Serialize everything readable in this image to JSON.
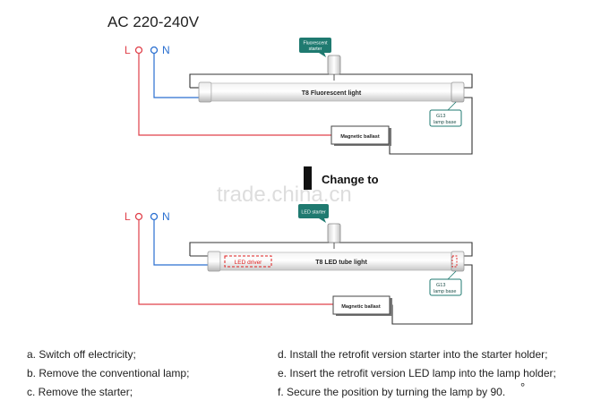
{
  "header": {
    "supply_label": "AC 220-240V"
  },
  "top_circuit": {
    "terminal_l": "L",
    "terminal_n": "N",
    "starter_label_line1": "Fluorescent",
    "starter_label_line2": "starter",
    "tube_label": "T8 Fluorescent light",
    "lamp_base_line1": "G13",
    "lamp_base_line2": "lamp base",
    "ballast_label": "Magnetic ballast"
  },
  "transition": {
    "change_label": "Change to",
    "watermark": "trade.china.cn"
  },
  "bottom_circuit": {
    "terminal_l": "L",
    "terminal_n": "N",
    "starter_label": "LED starter",
    "tube_label": "T8 LED tube light",
    "driver_label": "LED driver",
    "lamp_base_line1": "G13",
    "lamp_base_line2": "lamp base",
    "ballast_label": "Magnetic ballast"
  },
  "instructions": {
    "left": [
      "a. Switch off electricity;",
      "b. Remove the conventional lamp;",
      "c. Remove the starter;"
    ],
    "right": [
      "d. Install the retrofit version starter into the starter holder;",
      "e. Insert the retrofit version LED lamp into the lamp holder;",
      "f. Secure the position by turning the lamp by 90."
    ],
    "degree_mark": "°"
  },
  "colors": {
    "live_wire": "#e0404a",
    "neutral_wire": "#2a6fd0",
    "circuit_wire": "#333333",
    "starter_callout": "#1f7a70",
    "lamp_base_callout": "#1f7a70",
    "led_driver_border": "#e02020"
  }
}
